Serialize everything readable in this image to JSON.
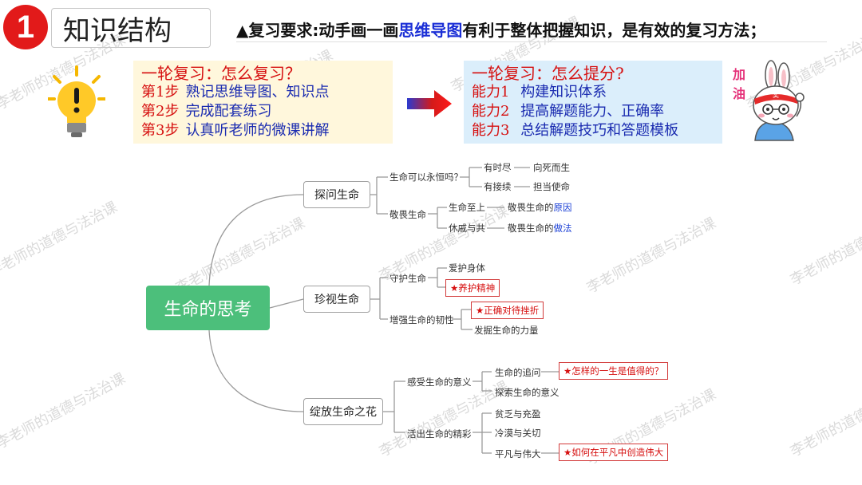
{
  "header": {
    "section_number": "1",
    "section_title": "知识结构",
    "requirement_prefix": "▲复习要求:动手画一画",
    "requirement_highlight": "思维导图",
    "requirement_suffix": "有利于整体把握知识，是有效的复习方法；"
  },
  "left_box": {
    "title": "一轮复习：怎么复习？",
    "steps": [
      {
        "label": "第1步",
        "text": "熟记思维导图、知识点"
      },
      {
        "label": "第2步",
        "text": "完成配套练习"
      },
      {
        "label": "第3步",
        "text": "认真听老师的微课讲解"
      }
    ]
  },
  "right_box": {
    "title": "一轮复习：怎么提分?",
    "steps": [
      {
        "label": "能力1",
        "text": "构建知识体系"
      },
      {
        "label": "能力2",
        "text": "提高解题能力、正确率"
      },
      {
        "label": "能力3",
        "text": "总结解题技巧和答题模板"
      }
    ]
  },
  "mascot": {
    "cheer_text": "加油",
    "headband_text": "奖"
  },
  "mindmap": {
    "root": "生命的思考",
    "branch1": {
      "label": "探问生命",
      "q1": "生命可以永恒吗？",
      "q1a": "有时尽",
      "q1a_r": "向死而生",
      "q1b": "有接续",
      "q1b_r": "担当使命",
      "q2": "敬畏生命",
      "q2a": "生命至上",
      "q2a_r_prefix": "敬畏生命的",
      "q2a_r_hl": "原因",
      "q2b": "休戚与共",
      "q2b_r_prefix": "敬畏生命的",
      "q2b_r_hl": "做法"
    },
    "branch2": {
      "label": "珍视生命",
      "g1": "守护生命",
      "g1a": "爱护身体",
      "g1b": "★养护精神",
      "g2": "增强生命的韧性",
      "g2a": "★正确对待挫折",
      "g2b": "发掘生命的力量"
    },
    "branch3": {
      "label": "绽放生命之花",
      "h1": "感受生命的意义",
      "h1a": "生命的追问",
      "h1a_r": "★怎样的一生是值得的？",
      "h1b": "探索生命的意义",
      "h2": "活出生命的精彩",
      "h2a": "贫乏与充盈",
      "h2b": "冷漠与关切",
      "h2c": "平凡与伟大",
      "h2c_r": "★如何在平凡中创造伟大"
    }
  },
  "watermark": "李老师的道德与法治课",
  "colors": {
    "accent_red": "#e21a1a",
    "root_green": "#4cbf7b",
    "step_blue": "#1a2bb0",
    "left_box_bg": "#fff7dc",
    "right_box_bg": "#dbeefb"
  }
}
